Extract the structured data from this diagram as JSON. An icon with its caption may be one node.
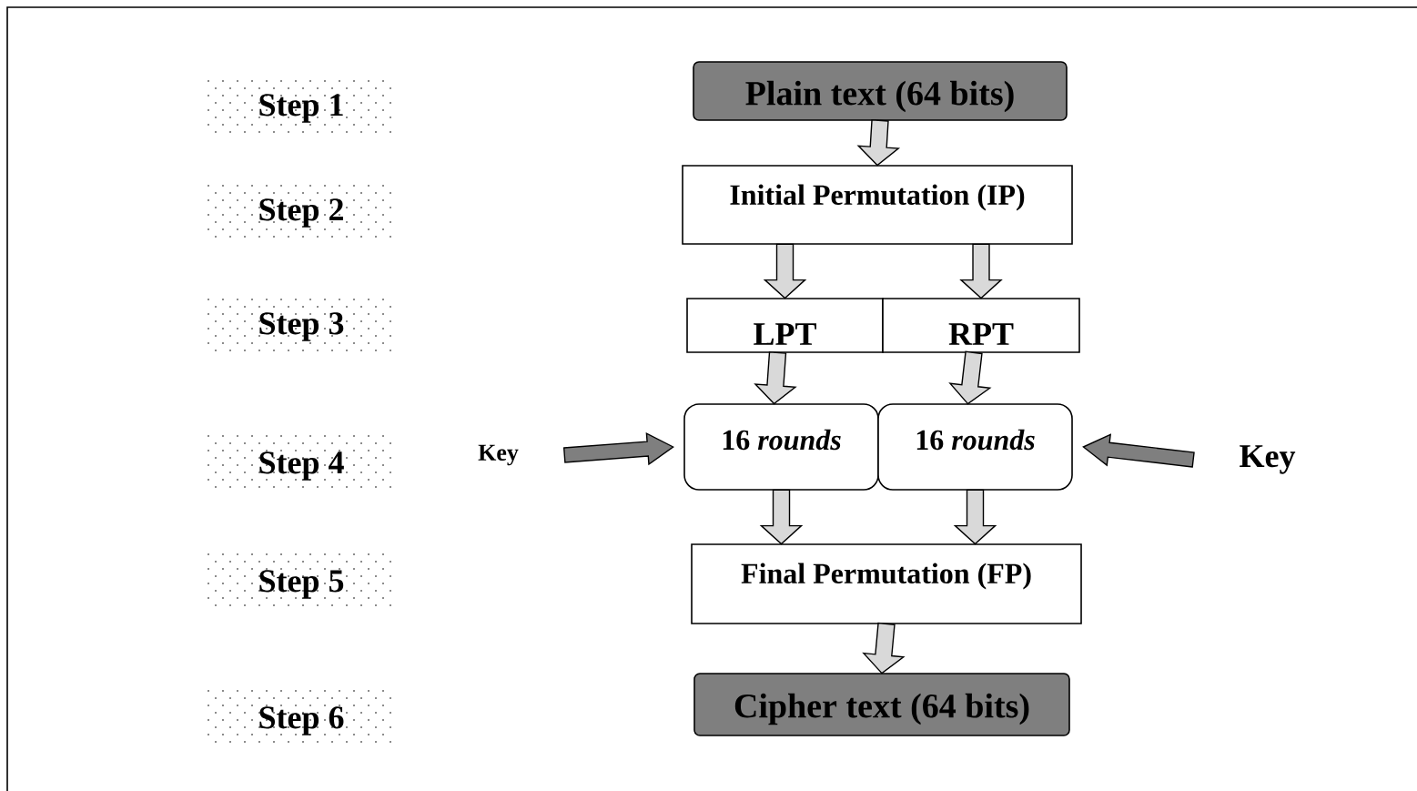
{
  "diagram": {
    "nodes": [
      {
        "text": [
          "Step 1"
        ]
      },
      {
        "text": [
          "Step 2"
        ]
      },
      {
        "text": [
          "Step 3"
        ]
      },
      {
        "text": [
          "Step 4"
        ]
      },
      {
        "text": [
          "Step 5"
        ]
      },
      {
        "text": [
          "Step 6"
        ]
      },
      {
        "text": [
          "Plain text (64 bits)"
        ]
      },
      {
        "text": [
          "Initial Permutation (IP)"
        ]
      },
      {
        "text": [
          "LPT"
        ]
      },
      {
        "text": [
          "RPT"
        ]
      },
      {
        "text": [
          "16 *rounds*"
        ]
      },
      {
        "text": [
          "16 *rounds*"
        ]
      },
      {
        "text": [
          "Final Permutation (FP)"
        ]
      },
      {
        "text": [
          "Cipher text (64 bits)"
        ]
      },
      {
        "text": [
          "Key"
        ]
      },
      {
        "text": [
          "Key"
        ]
      }
    ],
    "edges": [
      {
        "from": 6,
        "to": 7,
        "arrow": "to"
      },
      {
        "from": 7,
        "to": 8,
        "arrow": "to"
      },
      {
        "from": 7,
        "to": 9,
        "arrow": "to"
      },
      {
        "from": 8,
        "to": 10,
        "arrow": "to"
      },
      {
        "from": 9,
        "to": 11,
        "arrow": "to"
      },
      {
        "from": 10,
        "to": 12,
        "arrow": "to"
      },
      {
        "from": 11,
        "to": 12,
        "arrow": "to"
      },
      {
        "from": 12,
        "to": 13,
        "arrow": "to"
      },
      {
        "from": 14,
        "to": 10,
        "arrow": "to",
        "color": "#7f7f7f"
      },
      {
        "from": 15,
        "to": 11,
        "arrow": "to",
        "color": "#7f7f7f"
      }
    ]
  }
}
